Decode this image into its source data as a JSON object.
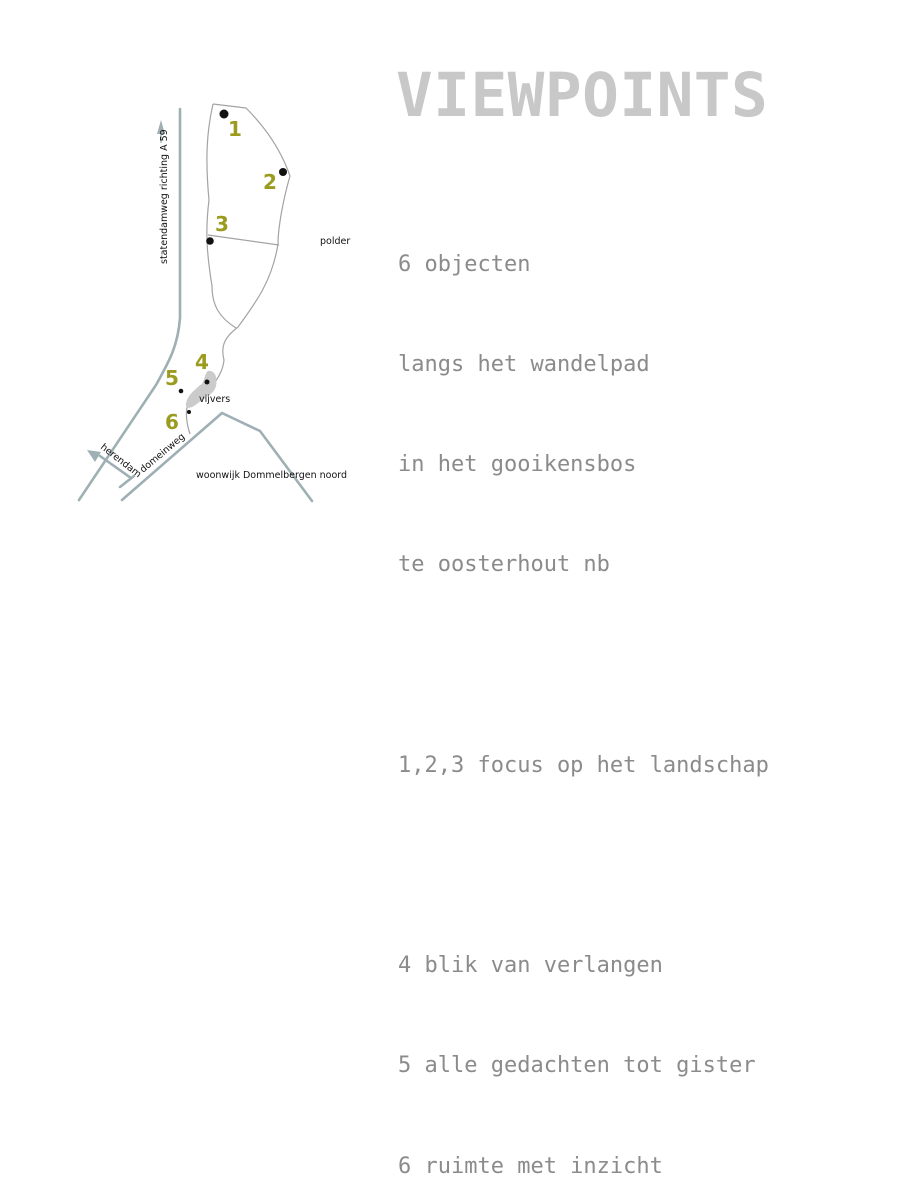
{
  "colors": {
    "road": "#9eb0b3",
    "outline": "#a3a3a3",
    "number": "#9b9b1d",
    "title": "#c8c8c8",
    "text": "#8b8b8b",
    "pond": "#cbcbcb",
    "dot": "#111111"
  },
  "title": "VIEWPOINTS",
  "description": [
    "6 objecten",
    "langs het wandelpad",
    "in het gooikensbos",
    "te oosterhout nb",
    "",
    "1,2,3 focus op het landschap",
    "",
    "4 blik van verlangen",
    "5 alle gedachten tot gister",
    "6 ruimte met inzicht"
  ],
  "map": {
    "labels": {
      "statendamweg": "statendamweg richting A 59",
      "polder": "polder",
      "vijvers": "vijvers",
      "herendam": "herendam",
      "domeinweg": "domeinweg",
      "woonwijk": "woonwijk Dommelbergen noord"
    },
    "viewpoints": [
      {
        "number": "1"
      },
      {
        "number": "2"
      },
      {
        "number": "3"
      },
      {
        "number": "4"
      },
      {
        "number": "5"
      },
      {
        "number": "6"
      }
    ],
    "icons": [
      "north-arrow-icon",
      "direction-arrow-icon"
    ]
  }
}
